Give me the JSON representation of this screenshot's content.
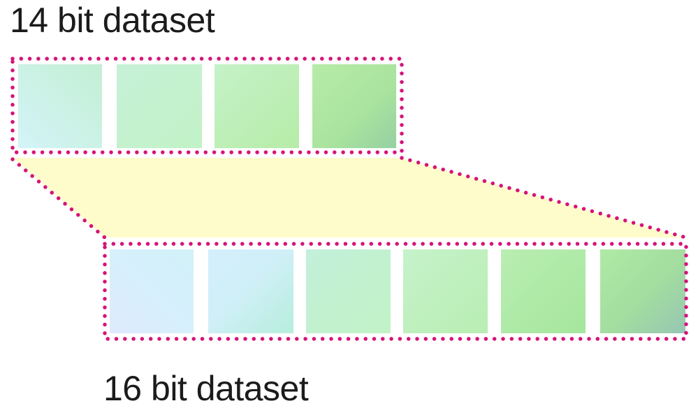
{
  "top_label": "14 bit dataset",
  "bottom_label": "16 bit dataset",
  "colors": {
    "dotted_border": "#d6137a",
    "expansion_fill": "#fffccc",
    "text": "#1b1b1b",
    "block_colors": [
      "#d4f0fc",
      "#bfefdc",
      "#c2f2c4",
      "#b0e8a8",
      "#98d49a",
      "#9cc9b4"
    ]
  },
  "datasets": [
    {
      "name": "14 bit dataset",
      "block_count": 4
    },
    {
      "name": "16 bit dataset",
      "block_count": 6
    }
  ]
}
